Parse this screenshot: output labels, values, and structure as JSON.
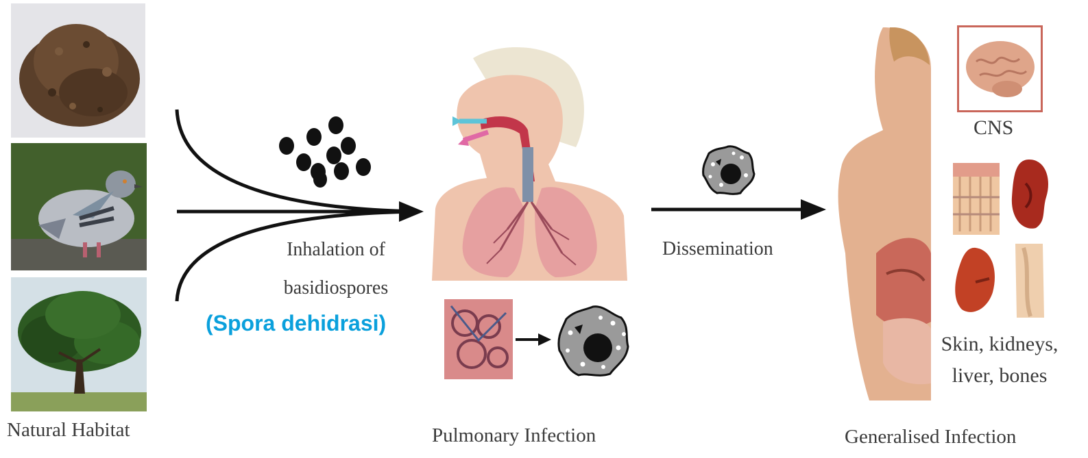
{
  "diagram": {
    "habitat": {
      "label": "Natural Habitat",
      "images": [
        "soil-image",
        "pigeon-image",
        "tree-image"
      ]
    },
    "inhalation": {
      "line1": "Inhalation of",
      "line2": "basidiospores",
      "note": "(Spora dehidrasi)"
    },
    "pulmonary": {
      "label": "Pulmonary Infection"
    },
    "dissemination": {
      "label": "Dissemination"
    },
    "generalised": {
      "label": "Generalised Infection",
      "cns_label": "CNS",
      "organs_line1": "Skin, kidneys,",
      "organs_line2": "liver, bones"
    },
    "colors": {
      "note_text": "#0aa0dc",
      "arrow": "#111111",
      "cns_frame": "#c9665a"
    }
  }
}
